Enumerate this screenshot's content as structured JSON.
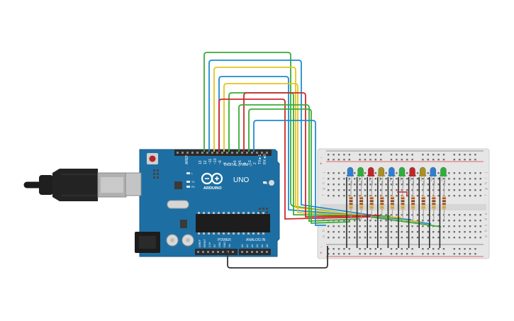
{
  "board": {
    "brand": "ARDUINO",
    "model": "UNO",
    "digital_label": "DIGITAL (PWM~)",
    "power_label": "POWER",
    "analog_label": "ANALOG IN",
    "on_label": "ON",
    "tx_label": "TX",
    "rx_label": "RX",
    "l_label": "L",
    "aref_label": "AREF",
    "digital_pins": [
      "13",
      "12",
      "~11",
      "~10",
      "~9",
      "8",
      "7",
      "~6",
      "~5",
      "4",
      "~3",
      "2",
      "TX►1",
      "RX◄0"
    ],
    "power_pins": [
      "IOREF",
      "RESET",
      "3.3V",
      "5V",
      "GND",
      "GND",
      "Vin"
    ],
    "analog_pins": [
      "A0",
      "A1",
      "A2",
      "A3",
      "A4",
      "A5"
    ]
  },
  "breadboard": {
    "row_letters_top": [
      "j",
      "i",
      "h",
      "g",
      "f"
    ],
    "row_letters_bottom": [
      "e",
      "d",
      "c",
      "b",
      "a"
    ],
    "rail_plus": "+",
    "rail_minus": "-"
  },
  "leds": {
    "colors": [
      "#2f7fd0",
      "#2fae3a",
      "#c0262a",
      "#a99022",
      "#2f7fd0",
      "#2fae3a",
      "#c0262a",
      "#a99022",
      "#2f7fd0",
      "#2fae3a"
    ]
  },
  "wire_colors": {
    "green": "#3aac3a",
    "blue": "#1f8ccf",
    "yellow": "#e6c41c",
    "red": "#d0282a",
    "black": "#333333"
  }
}
